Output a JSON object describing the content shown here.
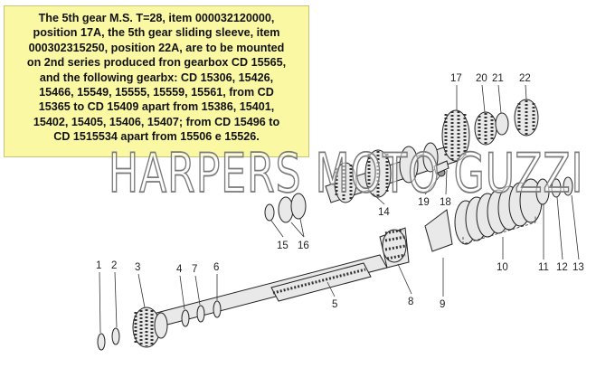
{
  "note": {
    "lines": [
      "The 5th gear M.S. T=28, item 000032120000,",
      "position 17A, the 5th gear sliding sleeve, item",
      "000302315250, position 22A, are to be mounted",
      "on 2nd series produced fron gearbox CD 15565,",
      "and the following gearbx: CD 15306, 15426,",
      "15466, 15549, 15555, 15559, 15561, from CD",
      "15365 to CD 15409 apart from 15386, 15401,",
      "15402, 15405, 15406, 15407; from CD 15496 to",
      "CD 1515534 apart from 15506 e 15526."
    ]
  },
  "watermark": "HARPERS MOTO GUZZI",
  "callouts": [
    "1",
    "2",
    "3",
    "4",
    "7",
    "6",
    "5",
    "8",
    "9",
    "10",
    "11",
    "12",
    "13",
    "15",
    "16",
    "14",
    "19",
    "18",
    "17",
    "20",
    "21",
    "22"
  ],
  "colors": {
    "note_background": "#fbf8a4",
    "line_art": "#222222"
  }
}
